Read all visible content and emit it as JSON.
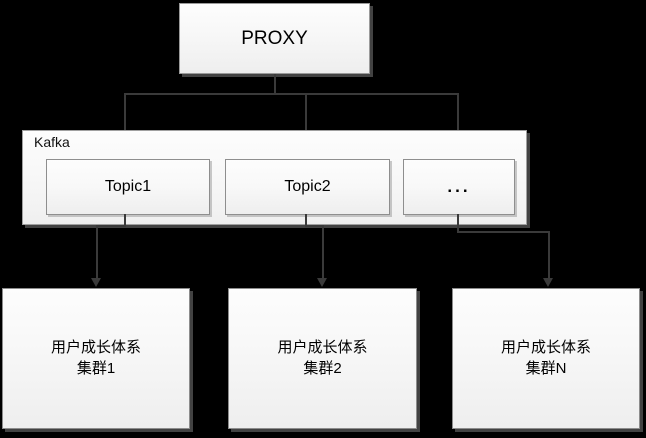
{
  "diagram": {
    "title": "Proxy to Kafka to User Growth Clusters",
    "background_color": "#000000",
    "node_fill": "#f7f7f7",
    "node_border": "#8c8c8c",
    "connector_color": "#3a3a3a"
  },
  "proxy": {
    "label": "PROXY"
  },
  "kafka": {
    "label": "Kafka",
    "topics": [
      {
        "label": "Topic1"
      },
      {
        "label": "Topic2"
      },
      {
        "label": "..."
      }
    ]
  },
  "clusters": [
    {
      "label": "用户成长体系\n集群1"
    },
    {
      "label": "用户成长体系\n集群2"
    },
    {
      "label": "用户成长体系\n集群N"
    }
  ],
  "connectors": {
    "proxy_to_topics": "PROXY fans out to Topic1, Topic2 and ...",
    "topics_to_clusters": "each topic feeds one user growth cluster"
  }
}
